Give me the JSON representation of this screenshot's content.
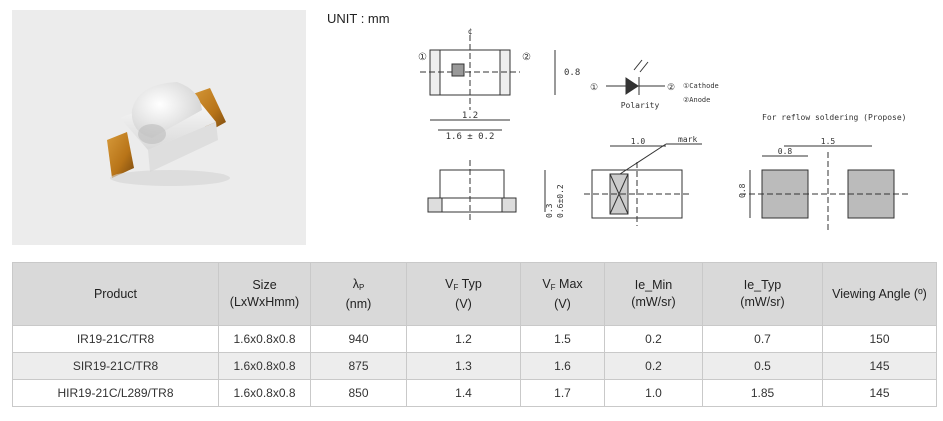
{
  "unit_label": "UNIT : mm",
  "drawing": {
    "dim_top_width": "1.2",
    "dim_total_width": "1.6 ± 0.2",
    "dim_height": "0.8",
    "dim_side_h1": "0.3",
    "dim_side_h2": "0.6±0.2",
    "dim_pad_width": "1.0",
    "mark_label": "mark",
    "polarity_label": "Polarity",
    "cathode_label": "①Cathode",
    "anode_label": "②Anode",
    "marker_1": "①",
    "marker_2": "②",
    "reflow_label": "For reflow soldering (Propose)",
    "reflow_pitch": "1.5",
    "reflow_pad": "0.8",
    "reflow_pad_h": "0.8"
  },
  "table": {
    "headers": [
      {
        "line1": "Product",
        "line2": ""
      },
      {
        "line1": "Size",
        "line2": "(LxWxHmm)"
      },
      {
        "line1": "λ",
        "sub": "P",
        "line2": "(nm)"
      },
      {
        "line1": "V",
        "sub": "F",
        "tail": " Typ",
        "line2": "(V)"
      },
      {
        "line1": "V",
        "sub": "F",
        "tail": "  Max",
        "line2": "(V)"
      },
      {
        "line1": "Ie_Min",
        "line2": "(mW/sr)"
      },
      {
        "line1": "Ie_Typ",
        "line2": "(mW/sr)"
      },
      {
        "line1": "Viewing Angle (º)",
        "line2": ""
      }
    ],
    "rows": [
      [
        "IR19-21C/TR8",
        "1.6x0.8x0.8",
        "940",
        "1.2",
        "1.5",
        "0.2",
        "0.7",
        "150"
      ],
      [
        "SIR19-21C/TR8",
        "1.6x0.8x0.8",
        "875",
        "1.3",
        "1.6",
        "0.2",
        "0.5",
        "145"
      ],
      [
        "HIR19-21C/L289/TR8",
        "1.6x0.8x0.8",
        "850",
        "1.4",
        "1.7",
        "1.0",
        "1.85",
        "145"
      ]
    ]
  }
}
